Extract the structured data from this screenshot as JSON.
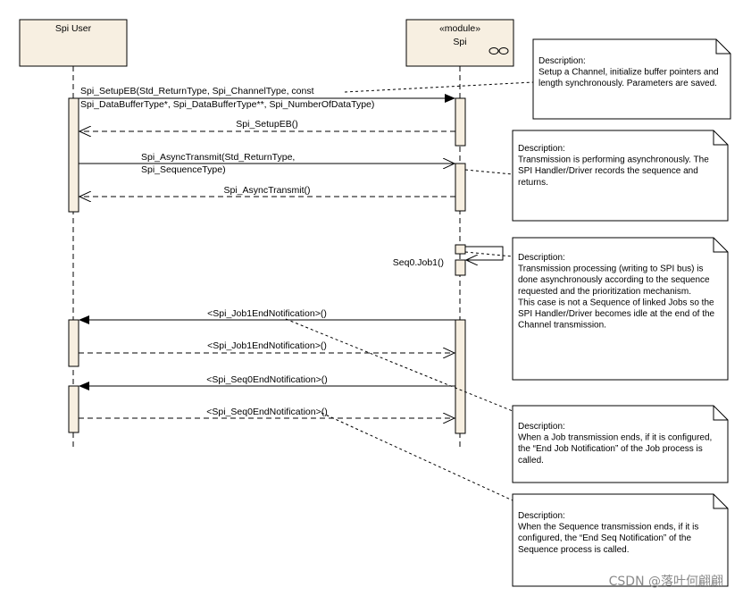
{
  "participants": {
    "user": {
      "label": "Spi User"
    },
    "module": {
      "stereotype": "«module»",
      "label": "Spi"
    }
  },
  "messages": {
    "setup_call_line1": "Spi_SetupEB(Std_ReturnType, Spi_ChannelType, const",
    "setup_call_line2": "Spi_DataBufferType*, Spi_DataBufferType**, Spi_NumberOfDataType)",
    "setup_return": "Spi_SetupEB()",
    "async_call_line1": "Spi_AsyncTransmit(Std_ReturnType,",
    "async_call_line2": "Spi_SequenceType)",
    "async_return": "Spi_AsyncTransmit()",
    "self_call": "Seq0.Job1()",
    "job_notif_call": "<Spi_Job1EndNotification>()",
    "job_notif_return": "<Spi_Job1EndNotification>()",
    "seq_notif_call": "<Spi_Seq0EndNotification>()",
    "seq_notif_return": "<Spi_Seq0EndNotification>()"
  },
  "notes": {
    "n1": [
      "Description:",
      "Setup a Channel, initialize buffer pointers and",
      "length synchronously. Parameters are saved."
    ],
    "n2": [
      "Description:",
      "Transmission is performing asynchronously. The",
      "SPI Handler/Driver records the sequence and",
      "returns."
    ],
    "n3": [
      "Description:",
      "Transmission processing (writing to SPI bus) is",
      "done asynchronously according to the sequence",
      "requested and the prioritization mechanism.",
      "This case is not a Sequence of linked Jobs so the",
      "SPI Handler/Driver becomes idle at the end of the",
      "Channel transmission."
    ],
    "n4": [
      "Description:",
      "When a Job transmission ends, if it is configured,",
      "the “End Job Notification” of the Job process is",
      "called."
    ],
    "n5": [
      "Description:",
      "When the Sequence transmission ends, if it is",
      "configured, the “End Seq Notification” of the",
      "Sequence process is called."
    ]
  },
  "watermark": "CSDN @落叶何翩翩",
  "colors": {
    "participant_fill": "#f7efe1",
    "activation_fill": "#f7efe1",
    "note_fill": "#ffffff",
    "stroke": "#000000"
  }
}
